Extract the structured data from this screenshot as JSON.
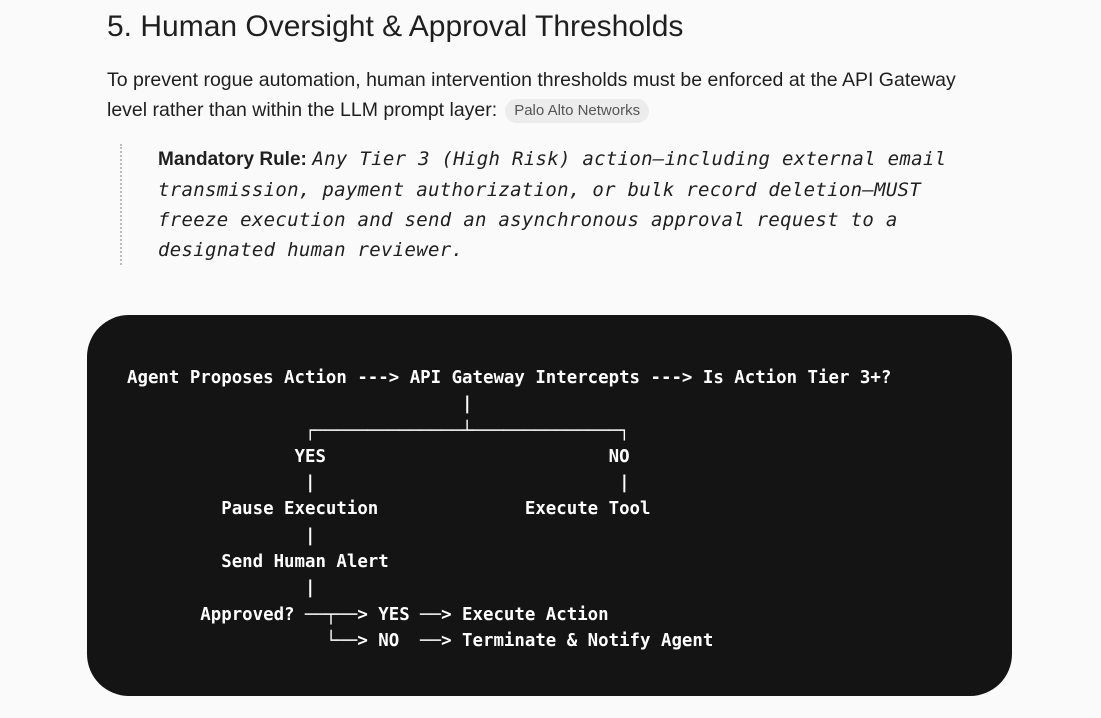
{
  "section": {
    "title": "5. Human Oversight & Approval Thresholds",
    "intro_text": "To prevent rogue automation, human intervention thresholds must be enforced at the API Gateway level rather than within the LLM prompt layer:",
    "source_chip": "Palo Alto Networks"
  },
  "rule": {
    "label": "Mandatory Rule:",
    "text": "Any Tier 3 (High Risk) action—including external email transmission, payment authorization, or bulk record deletion—MUST freeze execution and send an asynchronous approval request to a designated human reviewer."
  },
  "diagram": {
    "code": "Agent Proposes Action ---> API Gateway Intercepts ---> Is Action Tier 3+?\n                                |\n                 ┌──────────────┴──────────────┐\n                YES                           NO\n                 |                             |\n         Pause Execution              Execute Tool\n                 |\n         Send Human Alert\n                 |\n       Approved? ──┬──> YES ──> Execute Action\n                   └──> NO  ──> Terminate & Notify Agent"
  }
}
